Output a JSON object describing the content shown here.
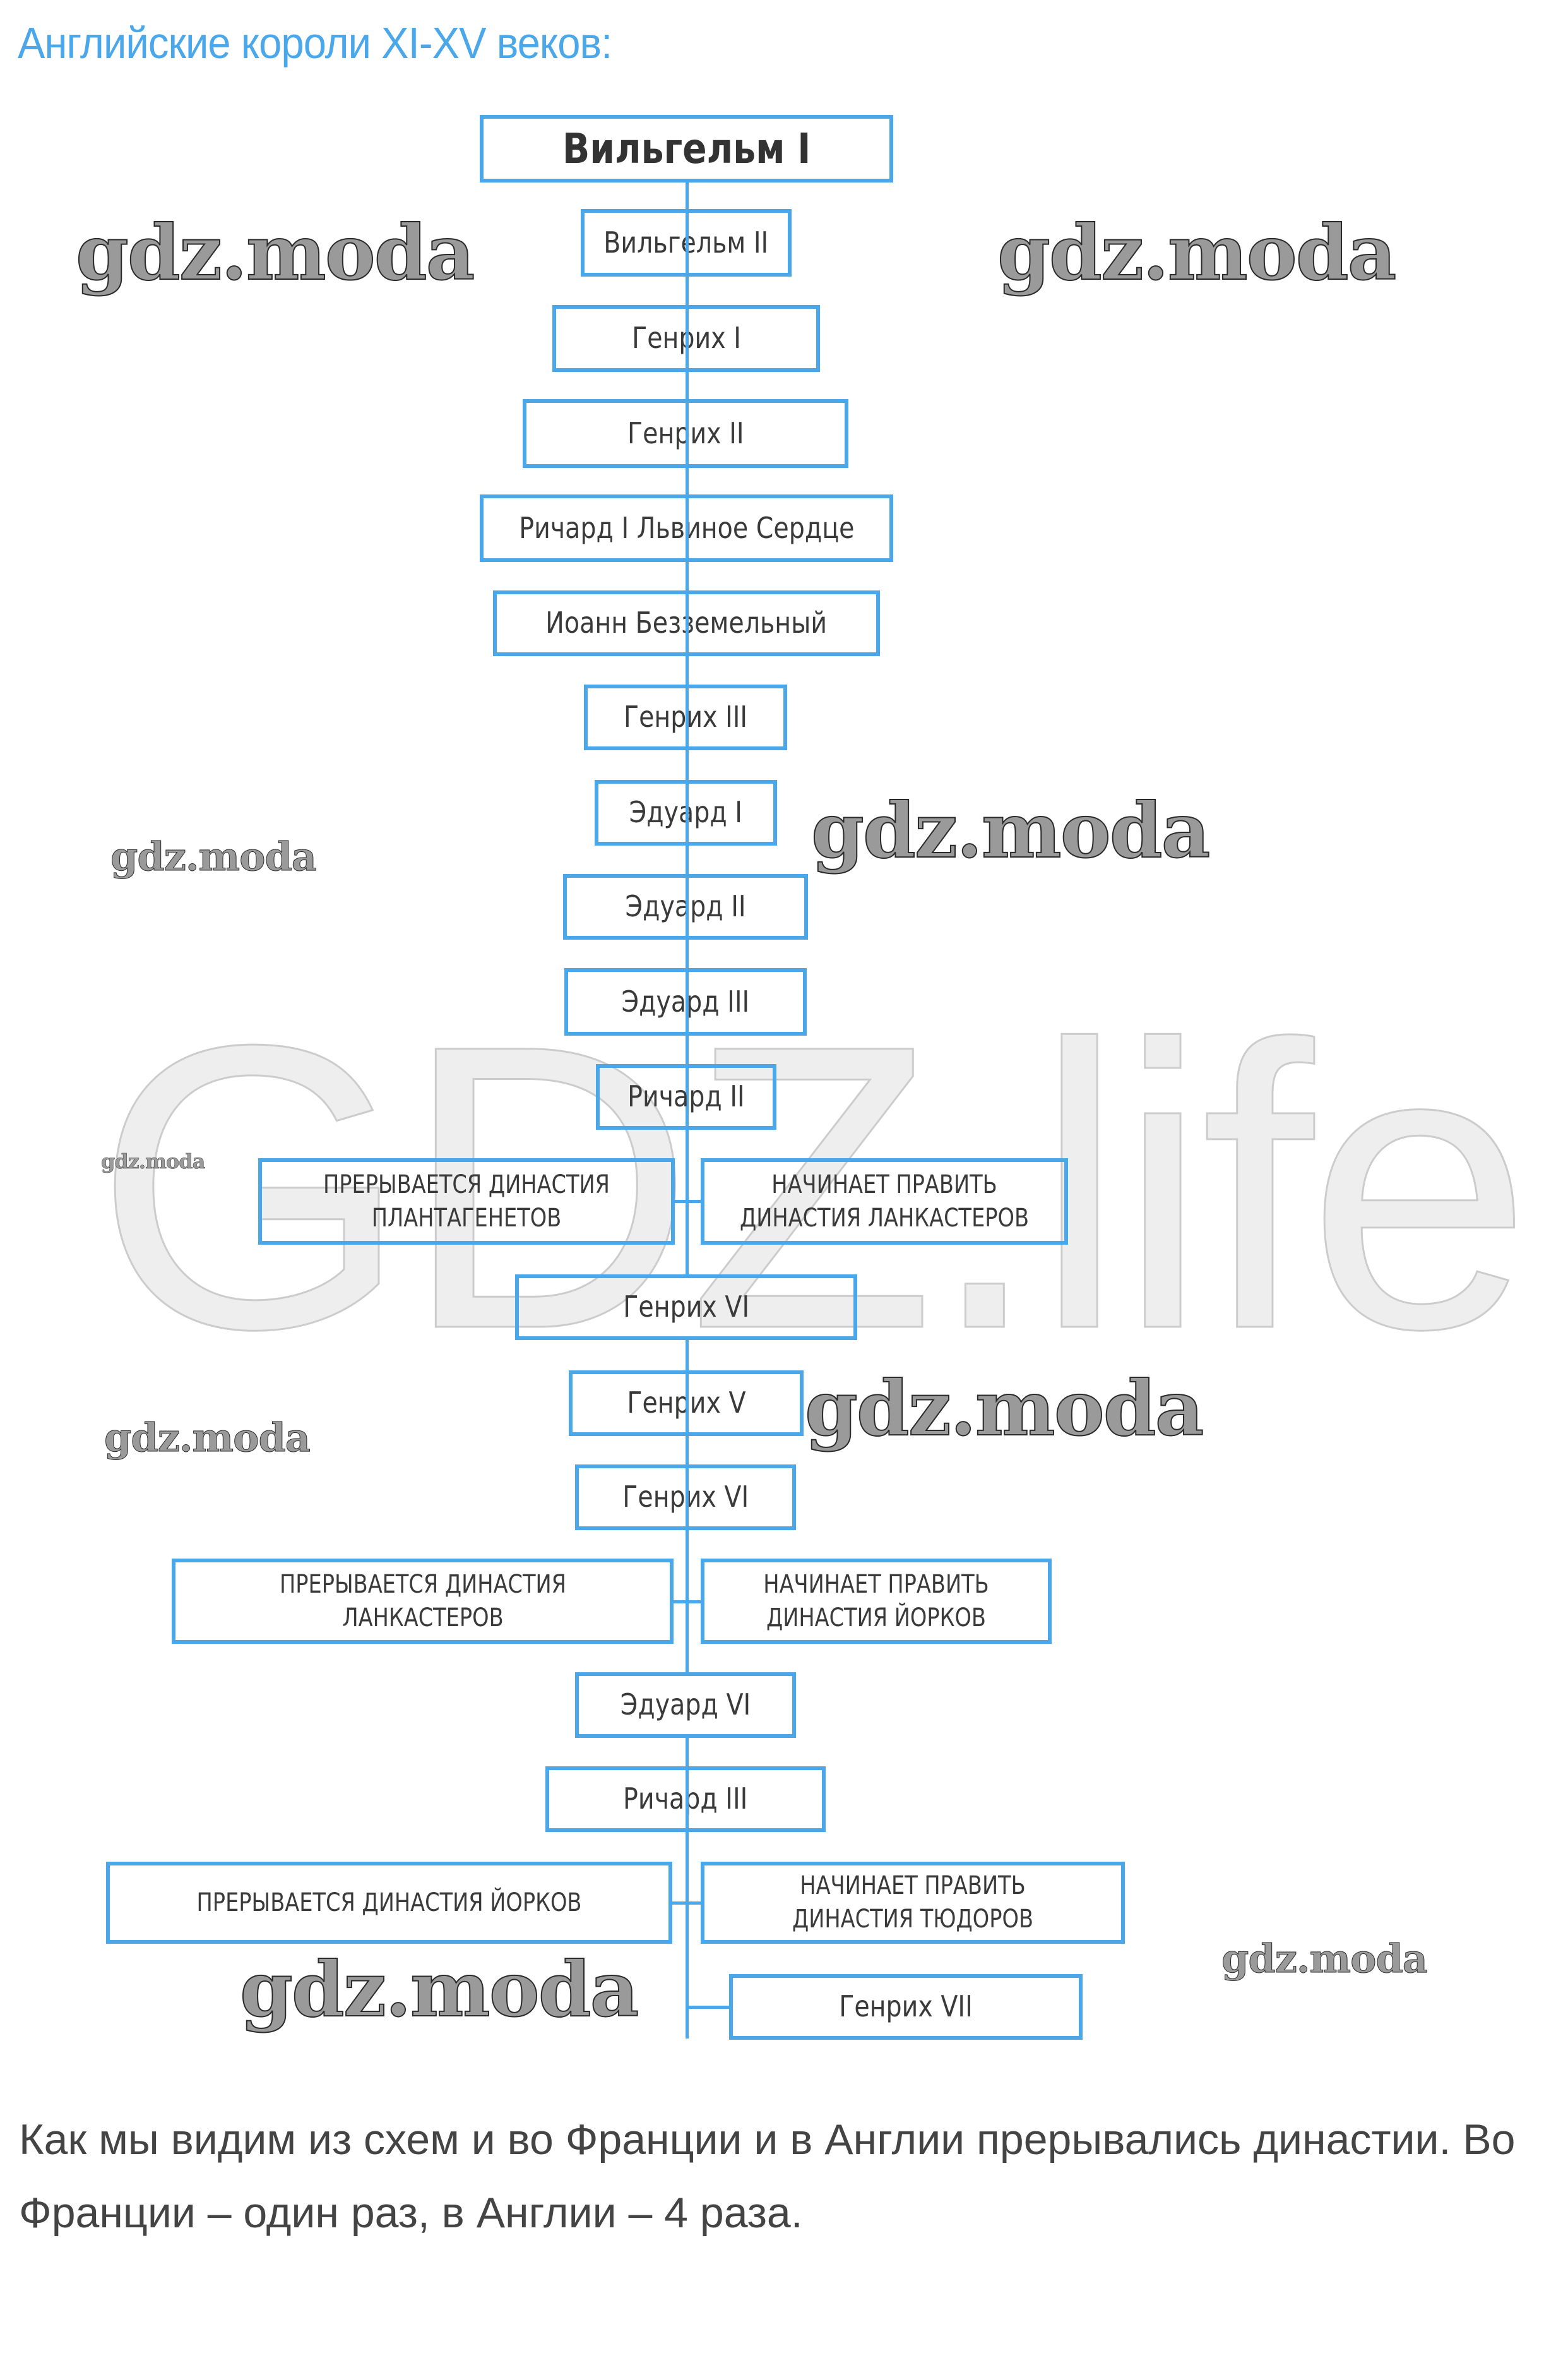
{
  "heading": "Английские короли XI-XV веков:",
  "accent_color": "#4aa8ea",
  "kings": [
    "Вильгельм I",
    "Вильгельм II",
    "Генрих I",
    "Генрих II",
    "Ричард I Львиное Сердце",
    "Иоанн Безземельный",
    "Генрих III",
    "Эдуард I",
    "Эдуард II",
    "Эдуард III",
    "Ричард II",
    "Генрих VI",
    "Генрих V",
    "Генрих VI",
    "Эдуард VI",
    "Ричард III",
    "Генрих VII"
  ],
  "dynasty_events": [
    {
      "ends": "ПРЕРЫВАЕТСЯ ДИНАСТИЯ ПЛАНТАГЕНЕТОВ",
      "begins": "НАЧИНАЕТ ПРАВИТЬ ДИНАСТИЯ ЛАНКАСТЕРОВ"
    },
    {
      "ends": "ПРЕРЫВАЕТСЯ ДИНАСТИЯ ЛАНКАСТЕРОВ",
      "begins": "НАЧИНАЕТ ПРАВИТЬ ДИНАСТИЯ ЙОРКОВ"
    },
    {
      "ends": "ПРЕРЫВАЕТСЯ ДИНАСТИЯ ЙОРКОВ",
      "begins": "НАЧИНАЕТ ПРАВИТЬ ДИНАСТИЯ ТЮДОРОВ"
    }
  ],
  "watermarks": {
    "small_logo": "gdz.moda",
    "big_logo": "GDZ.life"
  },
  "conclusion": "Как мы видим из схем и во Франции и в Англии прерывались династии. Во Франции – один раз, в Англии – 4 раза."
}
